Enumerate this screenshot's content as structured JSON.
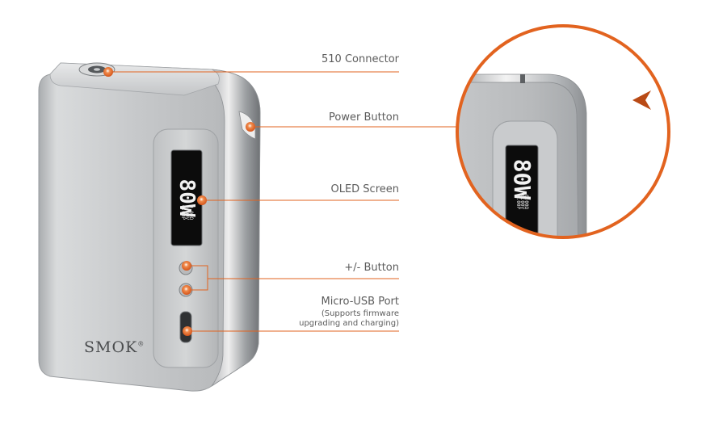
{
  "brand": {
    "logo_text": "SMOK",
    "registered_mark": "®"
  },
  "screen": {
    "wattage": "80W",
    "readout_lines": [
      "0.00Ω",
      "0.00V",
      "0.00P"
    ]
  },
  "callouts": [
    {
      "id": "connector",
      "label": "510 Connector"
    },
    {
      "id": "power",
      "label": "Power Button"
    },
    {
      "id": "oled",
      "label": "OLED Screen"
    },
    {
      "id": "plusminus",
      "label": "+/- Button"
    },
    {
      "id": "usb",
      "label": "Micro-USB Port",
      "note_lines": [
        "(Supports firmware",
        "upgrading and charging)"
      ]
    }
  ],
  "colors": {
    "accent": "#e2631f",
    "label_text": "#5c5c5c",
    "body_silver": "#c4c6c8",
    "body_dark": "#8c8f92",
    "screen_bg": "#0c0c0c",
    "screen_text": "#f2f2f2"
  }
}
